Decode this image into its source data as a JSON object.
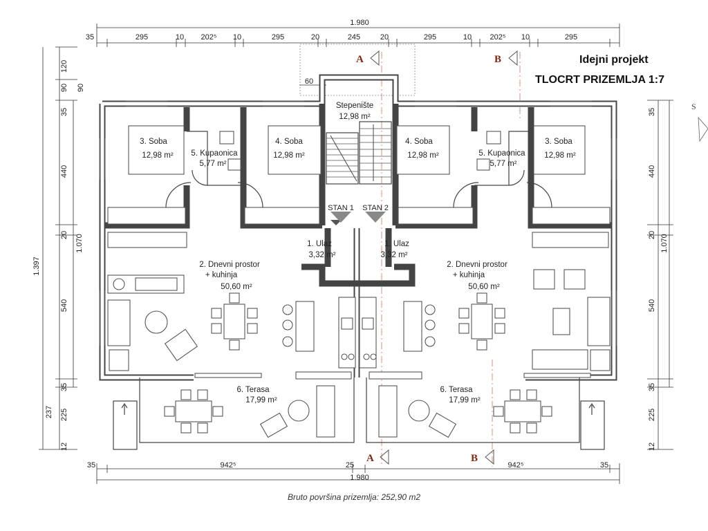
{
  "title": {
    "line1": "Idejni projekt",
    "line2": "TLOCRT PRIZEMLJA  1:7"
  },
  "footer": "Bruto površina prizemlja: 252,90 m2",
  "section_marks": {
    "a": "A",
    "b": "B"
  },
  "stair_labels": {
    "stan1": "STAN 1",
    "stan2": "STAN 2"
  },
  "compass_letter": "S",
  "rooms": [
    {
      "id": "stepeniste",
      "name": "Stepenište",
      "area": "12,98 m²"
    },
    {
      "id": "soba3-left",
      "name": "3. Soba",
      "area": "12,98 m²"
    },
    {
      "id": "kup-left",
      "name": "5. Kupaonica",
      "area": "5,77 m²"
    },
    {
      "id": "soba4-left",
      "name": "4. Soba",
      "area": "12,98 m²"
    },
    {
      "id": "soba4-right",
      "name": "4. Soba",
      "area": "12,98 m²"
    },
    {
      "id": "kup-right",
      "name": "5. Kupaonica",
      "area": "5,77 m²"
    },
    {
      "id": "soba3-right",
      "name": "3. Soba",
      "area": "12,98 m²"
    },
    {
      "id": "ulaz-left",
      "name": "1. Ulaz",
      "area": "3,32 m²"
    },
    {
      "id": "ulaz-right",
      "name": "1. Ulaz",
      "area": "3,32 m²"
    },
    {
      "id": "dnevni-left",
      "name": "2. Dnevni prostor",
      "name2": "+ kuhinja",
      "area": "50,60 m²"
    },
    {
      "id": "dnevni-right",
      "name": "2. Dnevni prostor",
      "name2": "+ kuhinja",
      "area": "50,60 m²"
    },
    {
      "id": "terasa-left",
      "name": "6. Terasa",
      "area": "17,99 m²"
    },
    {
      "id": "terasa-right",
      "name": "6. Terasa",
      "area": "17,99 m²"
    }
  ],
  "dimensions": {
    "top_total": "1.980",
    "top_segments": [
      "35",
      "295",
      "10",
      "202⁵",
      "10",
      "295",
      "20",
      "245",
      "20",
      "295",
      "10",
      "202⁵",
      "10",
      "295"
    ],
    "stair_width": "60",
    "bottom_segments": [
      "35",
      "942⁵",
      "25",
      "942⁵",
      "35"
    ],
    "bottom_total": "1.980",
    "left_segments": [
      "120",
      "90",
      "90",
      "35",
      "440",
      "20",
      "540",
      "35",
      "225",
      "237",
      "12"
    ],
    "left_total_inner": "1.070",
    "left_total": "1.397",
    "right_segments": [
      "35",
      "440",
      "20",
      "540",
      "35",
      "225",
      "12"
    ],
    "right_total": "1.070"
  }
}
